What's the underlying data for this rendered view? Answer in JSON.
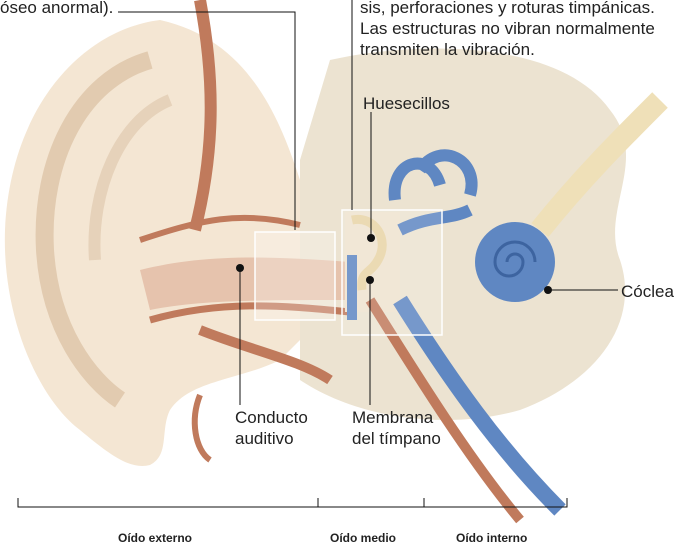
{
  "labels": {
    "top_left_caption": "óseo anormal).",
    "top_right_caption": [
      "sis, perforaciones y roturas timpánicas.",
      "Las estructuras no vibran normalmente",
      "transmiten la vibración."
    ],
    "huesecillos": "Huesecillos",
    "coclea": "Cóclea",
    "conducto": [
      "Conducto",
      "auditivo"
    ],
    "membrana": [
      "Membrana",
      "del tímpano"
    ]
  },
  "sections": {
    "externo": "Oído externo",
    "medio": "Oído medio",
    "interno": "Oído interno"
  },
  "colors": {
    "skin": "#f2e4d2",
    "skin_shadow": "#e3cdb3",
    "bone": "#e8dcc6",
    "canal_brown": "#c07a5c",
    "inner_blue": "#5f87c2",
    "nerve": "#efe0b8"
  }
}
